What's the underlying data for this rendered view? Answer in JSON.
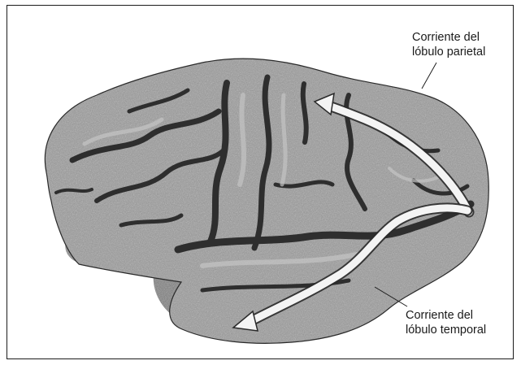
{
  "figure": {
    "subject": "brain-lateral-view",
    "colors": {
      "ink": "#1c1c1c",
      "cortex_dark": "#3a3a3a",
      "cortex_mid": "#8a8a8a",
      "arrow_fill": "#f4f4f4"
    }
  },
  "labels": {
    "parietal": {
      "line1": "Corriente del",
      "line2": "lóbulo parietal"
    },
    "temporal": {
      "line1": "Corriente del",
      "line2": "lóbulo temporal"
    }
  }
}
